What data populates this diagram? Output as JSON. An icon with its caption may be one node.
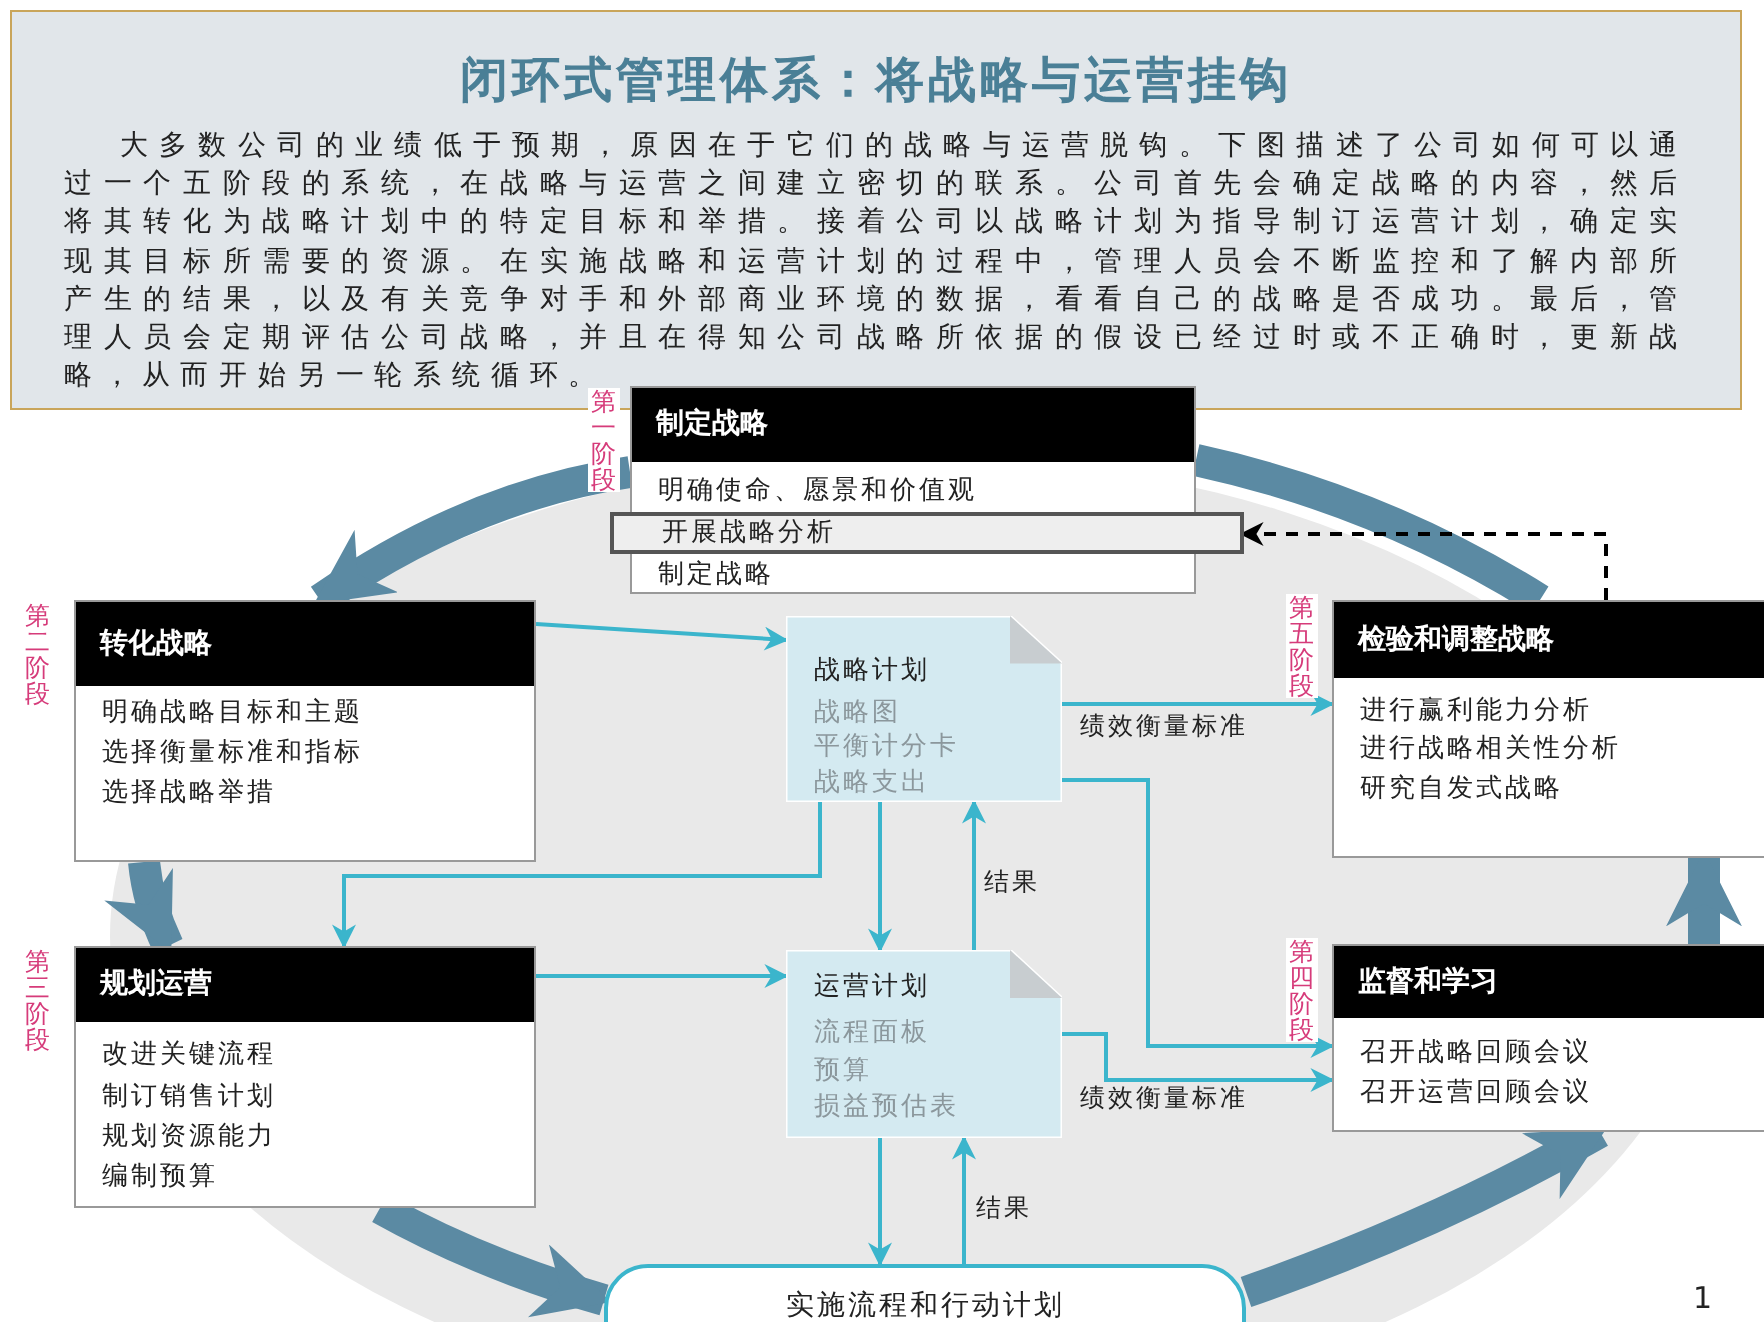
{
  "diagram": {
    "title": "闭环式管理体系：将战略与运营挂钩",
    "nodes": [
      {
        "text": [
          "大多数公司的业绩低于预期，原因在于它们的战略与运营脱钩。下图描述了公司如何可以通过一个五阶段的系统，在战略与运营之间建立密切的联系。公司首先会确定战略的内容，然后将其转化为战略计划中的特定目标和举措。接着公司以战略计划为指导制订运营计划，确定实现其目标所需要的资源。在实施战略和运营计划的过程中，管理人员会不断监控和了解内部所产生的结果，以及有关竞争对手和外部商业环境的数据，看看自己的战略是否成功。最后，管理人员会定期评估公司战略，并且在得知公司战略所依据的假设已经过时或不正确时，更新战略，从而开始另一轮系统循环。"
        ]
      },
      {
        "text": [
          "制定战略",
          "明确使命、愿景和价值观",
          "制定战略"
        ],
        "beside": [
          "第一阶段"
        ]
      },
      {
        "text": [
          "开展战略分析"
        ],
        "in": 1
      },
      {
        "text": [
          "转化战略",
          "明确战略目标和主题",
          "选择衡量标准和指标",
          "选择战略举措"
        ],
        "beside": [
          "第二阶段"
        ]
      },
      {
        "text": [
          "战略计划",
          "战略图",
          "平衡计分卡",
          "战略支出"
        ]
      },
      {
        "text": [
          "检验和调整战略",
          "进行赢利能力分析",
          "进行战略相关性分析",
          "研究自发式战略"
        ],
        "beside": [
          "第五阶段"
        ]
      },
      {
        "text": [
          "规划运营",
          "改进关键流程",
          "制订销售计划",
          "规划资源能力",
          "编制预算"
        ],
        "beside": [
          "第三阶段"
        ]
      },
      {
        "text": [
          "运营计划",
          "流程面板",
          "预算",
          "损益预估表"
        ]
      },
      {
        "text": [
          "监督和学习",
          "召开战略回顾会议",
          "召开运营回顾会议"
        ],
        "beside": [
          "第四阶段"
        ]
      },
      {
        "text": [
          "实施流程和行动计划"
        ]
      }
    ],
    "edges": [
      {
        "from": 1,
        "to": 3,
        "arrow": "to",
        "style": "thick",
        "color": "#5b8aa3"
      },
      {
        "from": 3,
        "to": 6,
        "arrow": "to",
        "style": "thick",
        "color": "#5b8aa3"
      },
      {
        "from": 6,
        "to": 9,
        "arrow": "to",
        "style": "thick",
        "color": "#5b8aa3"
      },
      {
        "from": 9,
        "to": 8,
        "arrow": "to",
        "style": "thick",
        "color": "#5b8aa3"
      },
      {
        "from": 8,
        "to": 5,
        "arrow": "to",
        "style": "thick",
        "color": "#5b8aa3"
      },
      {
        "from": 5,
        "to": 1,
        "arrow": "none",
        "style": "thick",
        "color": "#5b8aa3"
      },
      {
        "from": 3,
        "to": 4,
        "arrow": "to"
      },
      {
        "from": 4,
        "to": 5,
        "arrow": "to",
        "label": "绩效衡量标准"
      },
      {
        "from": 4,
        "to": 6,
        "arrow": "to"
      },
      {
        "from": 4,
        "to": 7,
        "arrow": "to"
      },
      {
        "from": 7,
        "to": 4,
        "arrow": "to",
        "label": "结果"
      },
      {
        "from": 6,
        "to": 7,
        "arrow": "to"
      },
      {
        "from": 4,
        "to": 8,
        "arrow": "to"
      },
      {
        "from": 7,
        "to": 8,
        "arrow": "to",
        "label": "绩效衡量标准"
      },
      {
        "from": 7,
        "to": 9,
        "arrow": "to"
      },
      {
        "from": 9,
        "to": 7,
        "arrow": "to",
        "label": "结果"
      },
      {
        "from": 5,
        "to": 2,
        "arrow": "to",
        "style": "dashed",
        "color": "#000000"
      }
    ],
    "labels": [
      "1"
    ]
  }
}
